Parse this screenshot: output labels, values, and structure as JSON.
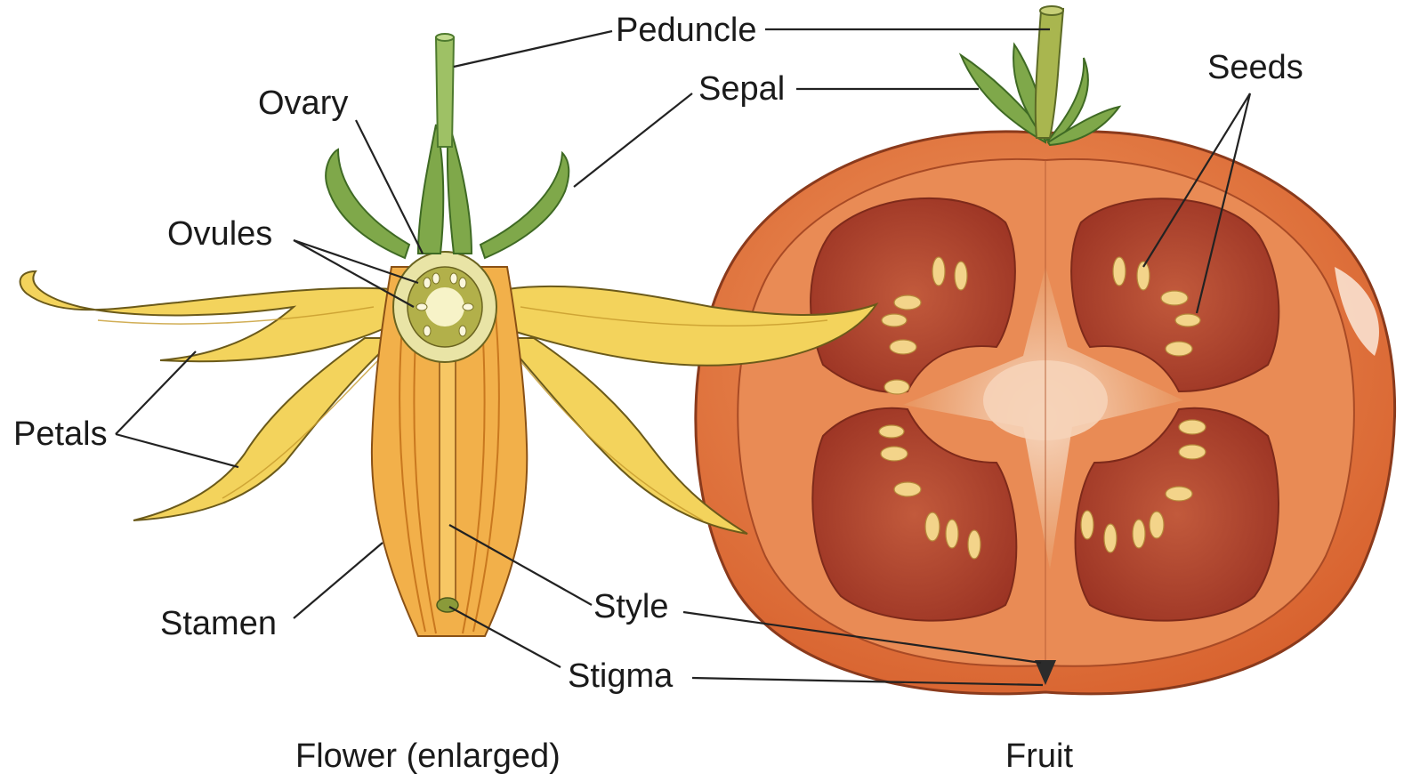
{
  "labels": {
    "peduncle": "Peduncle",
    "sepal": "Sepal",
    "ovary": "Ovary",
    "seeds": "Seeds",
    "ovules": "Ovules",
    "petals": "Petals",
    "stamen": "Stamen",
    "style": "Style",
    "stigma": "Stigma"
  },
  "captions": {
    "flower": "Flower (enlarged)",
    "fruit": "Fruit"
  },
  "colors": {
    "petal": "#f3d35c",
    "petal_shade": "#e2b23e",
    "stamen": "#f2b04a",
    "stamen_line": "#c9781f",
    "ovary": "#e9e4a6",
    "sepal": "#7fa84a",
    "sepal_dark": "#4e7a2e",
    "tomato_skin": "#dd6a32",
    "tomato_flesh": "#e58852",
    "tomato_locule": "#b2452c",
    "tomato_core": "#f3c6a6",
    "seed": "#f3d48a"
  }
}
